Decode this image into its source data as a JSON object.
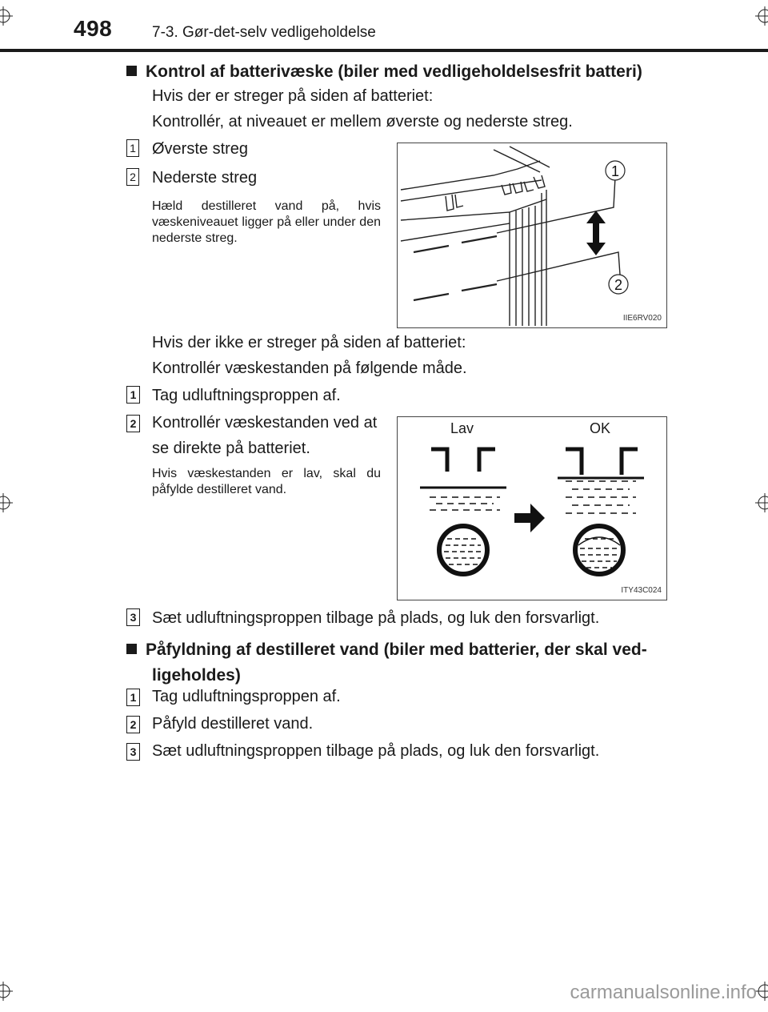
{
  "header": {
    "page_number": "498",
    "section_title": "7-3. Gør-det-selv vedligeholdelse"
  },
  "section1": {
    "heading": "Kontrol af batterivæske (biler med vedligeholdelsesfrit batteri)",
    "intro_line1": "Hvis der er streger på siden af batteriet:",
    "intro_line2": "Kontrollér, at niveauet er mellem øverste og nederste streg.",
    "callouts": [
      {
        "number": "1",
        "label": "Øverste streg"
      },
      {
        "number": "2",
        "label": "Nederste streg"
      }
    ],
    "callout_note": "Hæld destilleret vand på, hvis væskeniveauet ligger på eller under den nederste streg.",
    "figure1": {
      "code": "IIE6RV020",
      "callout_1": "1",
      "callout_2": "2"
    },
    "no_lines_line1": "Hvis der ikke er streger på siden af batteriet:",
    "no_lines_line2": "Kontrollér væskestanden på følgende måde.",
    "steps": [
      {
        "number": "1",
        "text": "Tag udluftningsproppen af."
      },
      {
        "number": "2",
        "text": "Kontrollér væskestanden ved at se direkte på batteriet."
      },
      {
        "number": "3",
        "text": "Sæt udluftningsproppen tilbage på plads, og luk den forsvarligt."
      }
    ],
    "step2_note": "Hvis væskestanden er lav, skal du påfylde destilleret vand.",
    "figure2": {
      "code": "ITY43C024",
      "label_low": "Lav",
      "label_ok": "OK"
    }
  },
  "section2": {
    "heading_line1": "Påfyldning af destilleret vand (biler med batterier, der skal ved-",
    "heading_line2": "ligeholdes)",
    "steps": [
      {
        "number": "1",
        "text": "Tag udluftningsproppen af."
      },
      {
        "number": "2",
        "text": "Påfyld destilleret vand."
      },
      {
        "number": "3",
        "text": "Sæt udluftningsproppen tilbage på plads, og luk den forsvarligt."
      }
    ]
  },
  "watermark": "carmanualsonline.info"
}
